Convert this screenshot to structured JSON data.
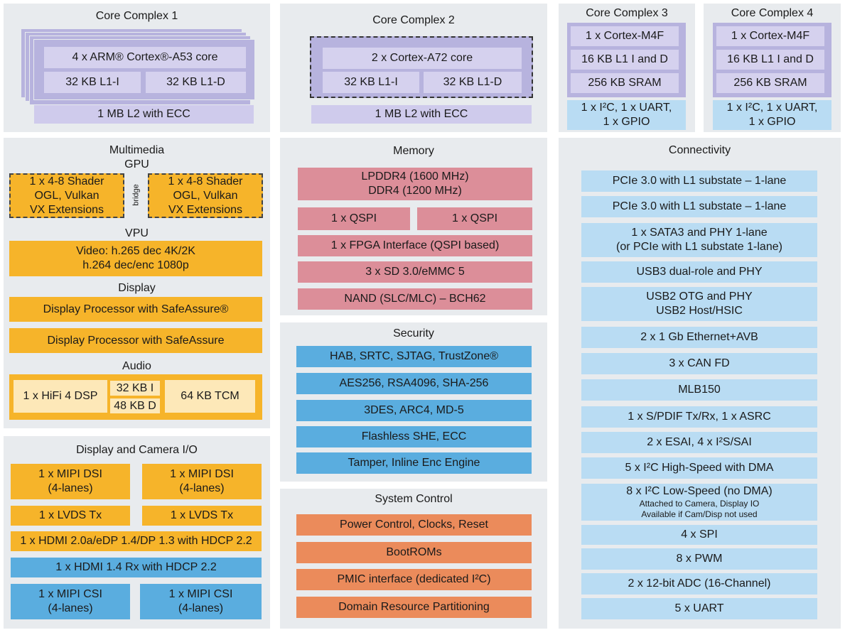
{
  "core1": {
    "title": "Core Complex 1",
    "core": "4 x ARM® Cortex®-A53 core",
    "l1i": "32 KB L1-I",
    "l1d": "32 KB L1-D",
    "l2": "1 MB L2 with ECC"
  },
  "core2": {
    "title": "Core Complex 2",
    "core": "2 x Cortex-A72 core",
    "l1i": "32 KB L1-I",
    "l1d": "32 KB L1-D",
    "l2": "1 MB L2 with ECC"
  },
  "core3": {
    "title": "Core Complex 3",
    "core": "1 x Cortex-M4F",
    "l1": "16 KB L1 I and D",
    "sram": "256 KB SRAM",
    "io_line1": "1 x I²C, 1 x UART,",
    "io_line2": "1 x GPIO"
  },
  "core4": {
    "title": "Core Complex 4",
    "core": "1 x Cortex-M4F",
    "l1": "16 KB L1 I and D",
    "sram": "256 KB SRAM",
    "io_line1": "1 x I²C, 1 x UART,",
    "io_line2": "1 x GPIO"
  },
  "multimedia": {
    "title": "Multimedia",
    "gpu_title": "GPU",
    "gpu_left": [
      "1 x 4-8 Shader",
      "OGL, Vulkan",
      "VX Extensions"
    ],
    "gpu_right": [
      "1 x 4-8 Shader",
      "OGL, Vulkan",
      "VX Extensions"
    ],
    "bridge": "bridge",
    "vpu_title": "VPU",
    "vpu": [
      "Video: h.265 dec 4K/2K",
      "h.264 dec/enc 1080p"
    ],
    "display_title": "Display",
    "display1": "Display Processor with SafeAssure®",
    "display2": "Display Processor with SafeAssure",
    "audio_title": "Audio",
    "audio_dsp": "1 x  HiFi 4 DSP",
    "audio_i": "32 KB I",
    "audio_d": "48 KB D",
    "audio_tcm": "64 KB TCM"
  },
  "dcio": {
    "title": "Display and Camera I/O",
    "dsi_left": [
      "1 x MIPI DSI",
      "(4-lanes)"
    ],
    "dsi_right": [
      "1 x MIPI DSI",
      "(4-lanes)"
    ],
    "lvds_left": "1 x LVDS Tx",
    "lvds_right": "1 x LVDS Tx",
    "hdmi_tx": "1 x HDMI 2.0a/eDP 1.4/DP 1.3 with HDCP 2.2",
    "hdmi_rx": "1 x HDMI 1.4 Rx with HDCP 2.2",
    "csi_left": [
      "1 x MIPI CSI",
      "(4-lanes)"
    ],
    "csi_right": [
      "1 x MIPI CSI",
      "(4-lanes)"
    ]
  },
  "memory": {
    "title": "Memory",
    "ddr": [
      "LPDDR4 (1600 MHz)",
      "DDR4 (1200 MHz)"
    ],
    "qspi_left": "1 x QSPI",
    "qspi_right": "1 x QSPI",
    "fpga": "1 x FPGA Interface (QSPI based)",
    "sd": "3 x SD 3.0/eMMC 5",
    "nand": "NAND (SLC/MLC) – BCH62"
  },
  "security": {
    "title": "Security",
    "items": [
      "HAB, SRTC, SJTAG, TrustZone®",
      "AES256, RSA4096, SHA-256",
      "3DES, ARC4, MD-5",
      "Flashless SHE, ECC",
      "Tamper, Inline Enc Engine"
    ]
  },
  "system": {
    "title": "System Control",
    "items": [
      "Power Control, Clocks, Reset",
      "BootROMs",
      "PMIC interface (dedicated I²C)",
      "Domain Resource Partitioning"
    ]
  },
  "connectivity": {
    "title": "Connectivity",
    "pcie1": "PCIe  3.0 with L1 substate – 1-lane",
    "pcie2": "PCIe  3.0 with L1 substate – 1-lane",
    "sata": [
      "1 x SATA3 and PHY 1-lane",
      "(or PCIe with L1 substate 1-lane)"
    ],
    "usb3": "USB3 dual-role and PHY",
    "usb2": [
      "USB2 OTG and PHY",
      "USB2 Host/HSIC"
    ],
    "eth": "2 x 1 Gb Ethernet+AVB",
    "can": "3 x CAN FD",
    "mlb": "MLB150",
    "spdif": "1 x S/PDIF Tx/Rx, 1 x ASRC",
    "esai": "2 x ESAI, 4 x I²S/SAI",
    "i2c_hs": "5 x I²C High-Speed with DMA",
    "i2c_ls": "8 x I²C Low-Speed (no DMA)",
    "i2c_ls_note1": "Attached to Camera, Display IO",
    "i2c_ls_note2": "Available if Cam/Disp not used",
    "spi": "4 x SPI",
    "pwm": "8 x PWM",
    "adc": "2 x 12-bit ADC (16-Channel)",
    "uart": "5 x UART"
  }
}
